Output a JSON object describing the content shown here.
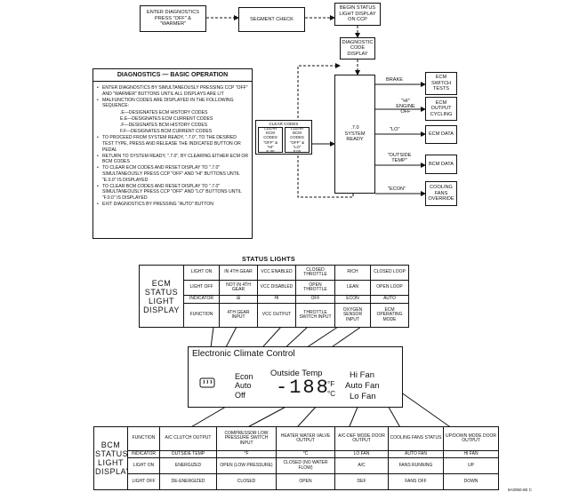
{
  "flow": {
    "enter": "ENTER DIAGNOSTICS PRESS \"OFF\" & \"WARMER\"",
    "segment": "SEGMENT CHECK",
    "begin": "BEGIN STATUS LIGHT DISPLAY ON CCP",
    "code_display": "DIAGNOSTIC CODE DISPLAY",
    "ready_code": ".7.0",
    "ready_label": "SYSTEM READY",
    "clear_title": "CLEAR CODES",
    "clear_ecm": "CLEAR ECM CODES",
    "clear_ecm_keys": "\"OFF\" & \"HI\"",
    "clear_ecm_code": "E.00",
    "clear_bcm": "CLEAR BCM CODES",
    "clear_bcm_keys": "\"OFF\" & \"LO\"",
    "clear_bcm_code": "F.00",
    "branches": [
      {
        "input": "BRAKE",
        "output": "ECM SWITCH TESTS"
      },
      {
        "input": "\"HI\" ENGINE OFF",
        "output": "ECM OUTPUT CYCLING"
      },
      {
        "input": "\"LO\"",
        "output": "ECM DATA"
      },
      {
        "input": "\"OUTSIDE TEMP\"",
        "output": "BCM DATA"
      },
      {
        "input": "\"ECON\"",
        "output": "COOLING FANS OVERRIDE"
      }
    ]
  },
  "diagnostics": {
    "title": "DIAGNOSTICS — BASIC OPERATION",
    "items": [
      "ENTER DIAGNOSTICS BY SIMULTANEOUSLY PRESSING CCP \"OFF\" AND \"WARMER\" BUTTONS UNTIL ALL DISPLAYS ARE LIT",
      "MALFUNCTION CODES ARE DISPLAYED IN THE FOLLOWING SEQUENCE:",
      ".E—DESIGNATES ECM HISTORY CODES",
      "E.E—DESIGNATES ECM CURRENT CODES",
      ".F—DESIGNATES BCM HISTORY CODES",
      "F.F—DESIGNATES BCM CURRENT CODES",
      "TO PROCEED FROM SYSTEM READY, \".7.0\", TO THE DESIRED TEST TYPE, PRESS AND RELEASE THE INDICATED BUTTON OR PEDAL",
      "RETURN TO SYSTEM READY, \".7.0\", BY CLEARING EITHER ECM OR BCM CODES",
      "TO CLEAR ECM CODES AND RESET DISPLAY TO \".7.0\" SIMULTANEOUSLY PRESS CCP \"OFF\" AND \"HI\" BUTTONS UNTIL \"E.0.0\" IS DISPLAYED",
      "TO CLEAR BCM CODES AND RESET DISPLAY TO \".7.0\" SIMULTANEOUSLY PRESS CCP \"OFF\" AND \"LO\" BUTTONS UNTIL \"F.0.0\" IS DISPLAYED",
      "EXIT DIAGNOSTICS BY PRESSING \"AUTO\" BUTTON"
    ]
  },
  "status_lights_title": "STATUS LIGHTS",
  "ecm_table": {
    "label": "ECM STATUS LIGHT DISPLAY",
    "rows": [
      [
        "LIGHT ON",
        "IN 4TH GEAR",
        "VCC ENABLED",
        "CLOSED THROTTLE",
        "RICH",
        "CLOSED LOOP"
      ],
      [
        "LIGHT OFF",
        "NOT IN 4TH GEAR",
        "VCC DISABLED",
        "OPEN THROTTLE",
        "LEAN",
        "OPEN LOOP"
      ],
      [
        "INDICATOR",
        "⊞",
        "HI",
        "OFF",
        "ECON",
        "AUTO"
      ],
      [
        "FUNCTION",
        "4TH GEAR INPUT",
        "VCC OUTPUT",
        "THROTTLE SWITCH INPUT",
        "OXYGEN SENSOR INPUT",
        "ECM OPERATING MODE"
      ]
    ]
  },
  "ecc_display": {
    "title": "Electronic Climate Control",
    "econ": "Econ",
    "auto": "Auto",
    "off": "Off",
    "outside_temp": "Outside Temp",
    "reading": "-188",
    "deg_f": "°F",
    "deg_c": "°C",
    "hi_fan": "Hi Fan",
    "auto_fan": "Auto Fan",
    "lo_fan": "Lo Fan"
  },
  "bcm_table": {
    "label": "BCM STATUS LIGHT DISPLAY",
    "rows": [
      [
        "FUNCTION",
        "A/C CLUTCH OUTPUT",
        "COMPRESSOR LOW PRESSURE SWITCH INPUT",
        "HEATER WATER VALVE OUTPUT",
        "A/C-DEF MODE DOOR OUTPUT",
        "COOLING FANS STATUS",
        "UP/DOWN MODE DOOR OUTPUT"
      ],
      [
        "INDICATOR",
        "OUTSIDE TEMP",
        "°F",
        "°C",
        "LO FAN",
        "AUTO FAN",
        "HI FAN"
      ],
      [
        "LIGHT ON",
        "ENERGIZED",
        "OPEN (LOW PRESSURE)",
        "CLOSED (NO WATER FLOW)",
        "A/C",
        "FANS RUNNING",
        "UP"
      ],
      [
        "LIGHT OFF",
        "DE-ENERGIZED",
        "CLOSED",
        "OPEN",
        "DEF",
        "FANS OFF",
        "DOWN"
      ]
    ]
  },
  "figure_code": "8A0050-6E C"
}
